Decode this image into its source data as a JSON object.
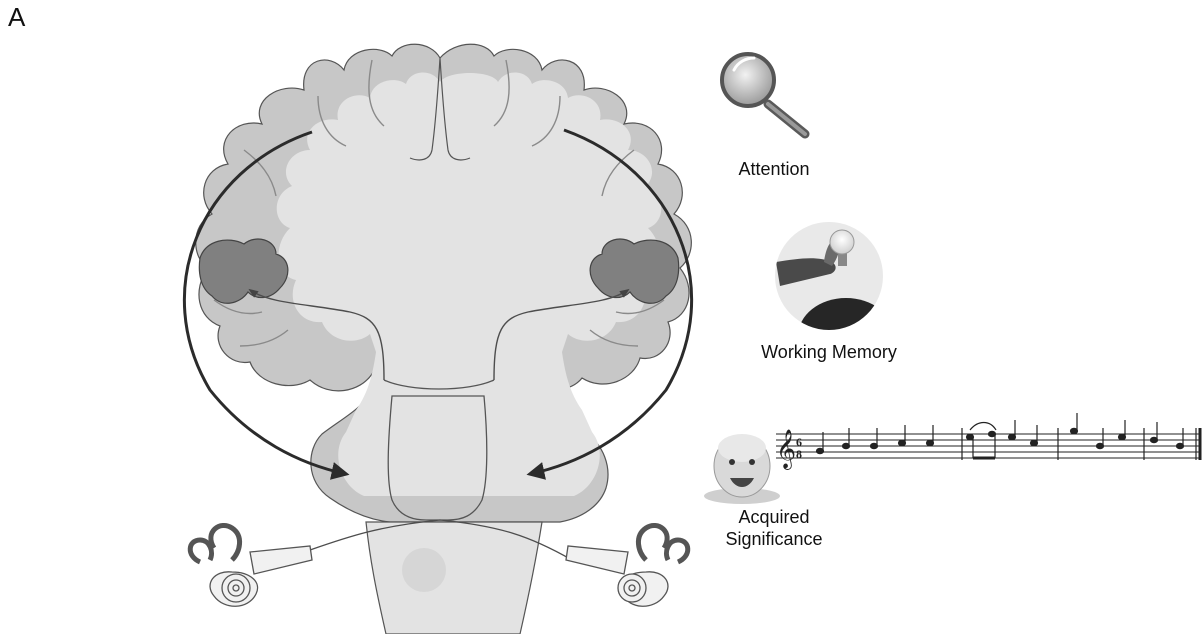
{
  "panel_label": "A",
  "labels": {
    "attention": "Attention",
    "working_memory": "Working Memory",
    "acquired_line1": "Acquired",
    "acquired_line2": "Significance"
  },
  "icons": {
    "attention": "magnifying-glass-icon",
    "working_memory": "hand-holding-lightbulb-icon",
    "acquired_significance": "baby-face-icon",
    "music": "music-score-icon",
    "ears": "inner-ear-cochlea-icon"
  },
  "colors": {
    "tissue_light": "#e3e3e3",
    "cortex": "#c7c7c7",
    "auditory_cortex": "#808080",
    "pathway": "#4d4d4d",
    "arrow": "#2b2b2b"
  }
}
